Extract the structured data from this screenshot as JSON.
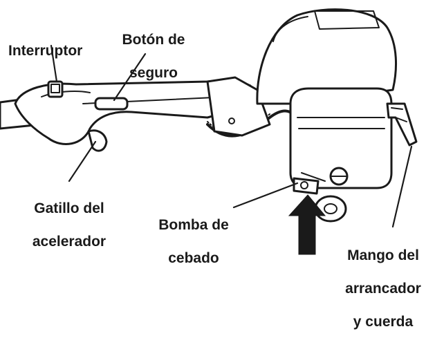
{
  "labels": {
    "interruptor": "Interruptor",
    "boton_line1": "Botón de",
    "boton_line2": "seguro",
    "gatillo_line1": "Gatillo del",
    "gatillo_line2": "acelerador",
    "bomba_line1": "Bomba de",
    "bomba_line2": "cebado",
    "mango_line1": "Mango del",
    "mango_line2": "arrancador",
    "mango_line3": "y cuerda"
  },
  "colors": {
    "ink": "#1a1a1a",
    "background": "#ffffff"
  }
}
